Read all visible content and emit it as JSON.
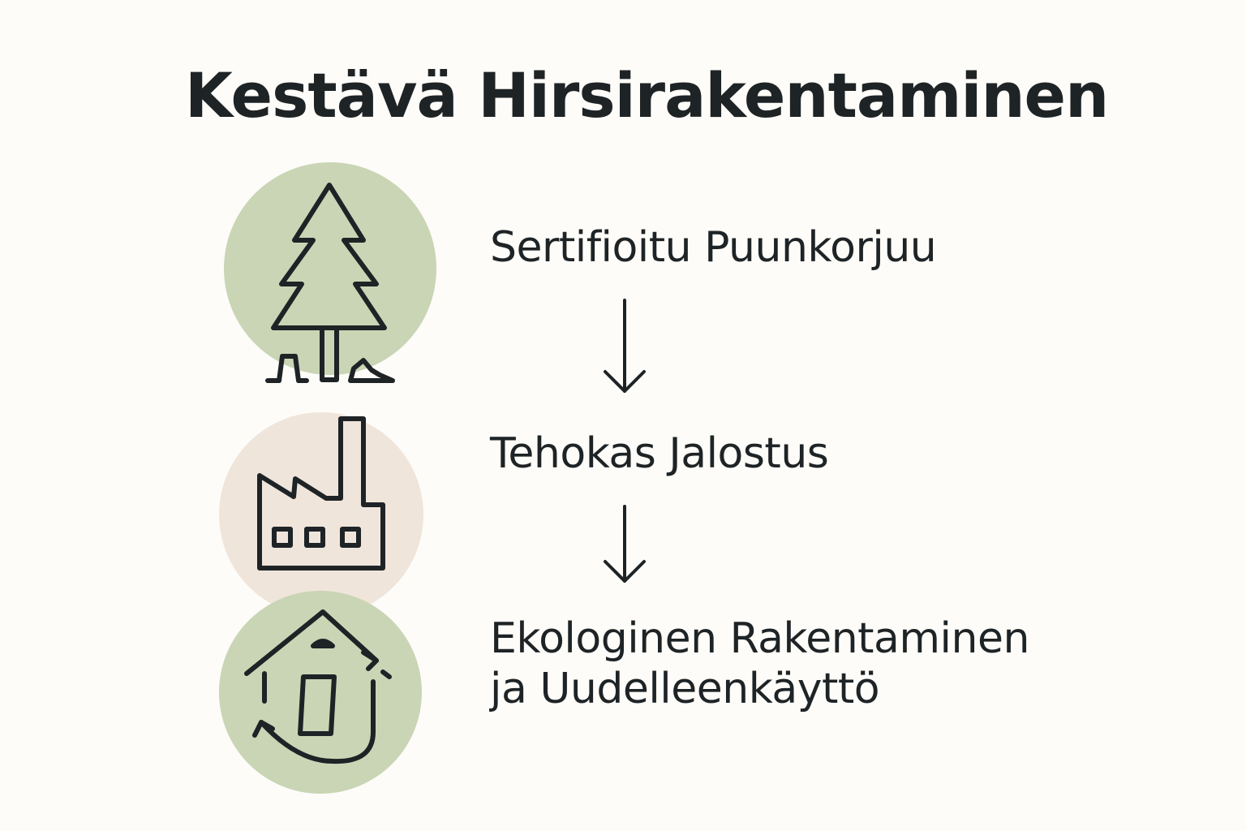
{
  "title": "Kestävä Hirsirakentaminen",
  "colors": {
    "background": "#fdfcf8",
    "text": "#1e2326",
    "green_circle": "#c9d5b5",
    "beige_circle": "#f0e5db",
    "line": "#1e2326"
  },
  "steps": [
    {
      "icon": "tree-icon",
      "circle_color": "green",
      "lines": [
        "Sertifioitu Puunkorjuu"
      ]
    },
    {
      "icon": "factory-icon",
      "circle_color": "beige",
      "lines": [
        "Tehokas Jalostus"
      ]
    },
    {
      "icon": "recycle-house-icon",
      "circle_color": "green",
      "lines": [
        "Ekologinen Rakentaminen",
        "ja Uudelleenkäyttö"
      ]
    }
  ],
  "connectors": [
    "down-arrow-icon",
    "down-arrow-icon"
  ]
}
